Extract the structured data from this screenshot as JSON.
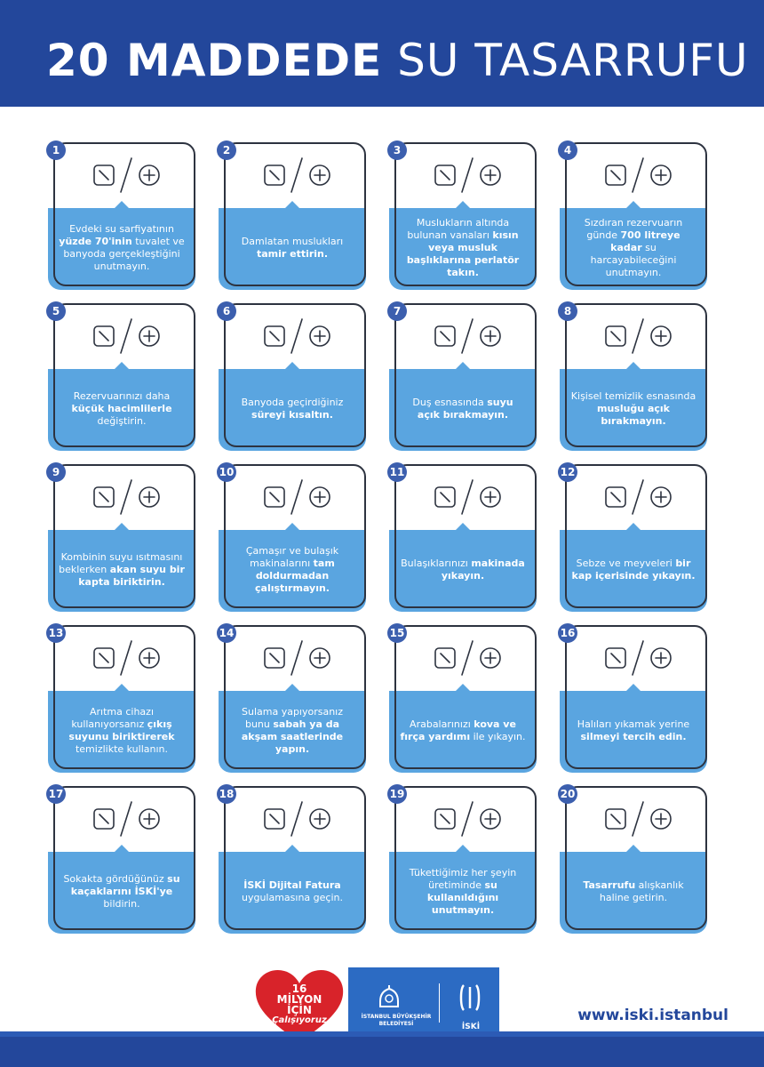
{
  "header": {
    "title_bold": "20 MADDEDE",
    "title_normal": "SU TASARRUFU"
  },
  "colors": {
    "header_blue": "#23479b",
    "card_blue": "#5aa5e0",
    "badge_blue": "#3c5fae",
    "heart_red": "#d8232a"
  },
  "items": [
    {
      "num": "1",
      "icon": "shower-toilet-icon",
      "parts": [
        [
          "Evdeki su sarfiyatının ",
          false
        ],
        [
          "yüzde 70'inin",
          true
        ],
        [
          " tuvalet ve banyoda gerçekleştiğini unutmayın.",
          false
        ]
      ]
    },
    {
      "num": "2",
      "icon": "wrench-faucet-icon",
      "parts": [
        [
          "Damlatan muslukları ",
          false
        ],
        [
          "tamir ettirin.",
          true
        ]
      ]
    },
    {
      "num": "3",
      "icon": "faucet-sink-icon",
      "parts": [
        [
          "Muslukların altında bulunan vanaları ",
          false
        ],
        [
          "kısın veya musluk başlıklarına perlatör takın.",
          true
        ]
      ]
    },
    {
      "num": "4",
      "icon": "tank-toilet-icon",
      "parts": [
        [
          "Sızdıran rezervuarın günde ",
          false
        ],
        [
          "700 litreye kadar",
          true
        ],
        [
          " su harcayabileceğini unutmayın.",
          false
        ]
      ]
    },
    {
      "num": "5",
      "icon": "tank-small-toilet-icon",
      "parts": [
        [
          "Rezervuarınızı daha ",
          false
        ],
        [
          "küçük hacimlilerle",
          true
        ],
        [
          " değiştirin.",
          false
        ]
      ]
    },
    {
      "num": "6",
      "icon": "shower-clock-icon",
      "parts": [
        [
          "Banyoda geçirdiğiniz ",
          false
        ],
        [
          "süreyi kısaltın.",
          true
        ]
      ]
    },
    {
      "num": "7",
      "icon": "soap-shower-icon",
      "parts": [
        [
          "Duş esnasında ",
          false
        ],
        [
          "suyu açık bırakmayın.",
          true
        ]
      ]
    },
    {
      "num": "8",
      "icon": "razor-faucet-icon",
      "parts": [
        [
          "Kişisel temizlik esnasında ",
          false
        ],
        [
          "musluğu açık bırakmayın.",
          true
        ]
      ]
    },
    {
      "num": "9",
      "icon": "boiler-bucket-icon",
      "parts": [
        [
          "Kombinin suyu ısıtmasını beklerken ",
          false
        ],
        [
          "akan suyu bir kapta biriktirin.",
          true
        ]
      ]
    },
    {
      "num": "10",
      "icon": "dishwasher-washer-icon",
      "parts": [
        [
          "Çamaşır ve bulaşık makinalarını ",
          false
        ],
        [
          "tam doldurmadan çalıştırmayın.",
          true
        ]
      ]
    },
    {
      "num": "11",
      "icon": "dishes-dishwasher-icon",
      "parts": [
        [
          "Bulaşıklarınızı ",
          false
        ],
        [
          "makinada yıkayın.",
          true
        ]
      ]
    },
    {
      "num": "12",
      "icon": "faucet-fruit-bowl-icon",
      "parts": [
        [
          "Sebze ve meyveleri ",
          false
        ],
        [
          "bir kap içerisinde yıkayın.",
          true
        ]
      ]
    },
    {
      "num": "13",
      "icon": "water-filter-icon",
      "parts": [
        [
          "Arıtma cihazı kullanıyorsanız ",
          false
        ],
        [
          "çıkış suyunu biriktirerek",
          true
        ],
        [
          " temizlikte kullanın.",
          false
        ]
      ]
    },
    {
      "num": "14",
      "icon": "sprinkler-moon-icon",
      "parts": [
        [
          "Sulama yapıyorsanız bunu ",
          false
        ],
        [
          "sabah ya da akşam saatlerinde yapın.",
          true
        ]
      ]
    },
    {
      "num": "15",
      "icon": "car-bucket-icon",
      "parts": [
        [
          "Arabalarınızı ",
          false
        ],
        [
          "kova ve fırça yardımı",
          true
        ],
        [
          " ile yıkayın.",
          false
        ]
      ]
    },
    {
      "num": "16",
      "icon": "carpet-bucket-icon",
      "parts": [
        [
          "Halıları yıkamak yerine ",
          false
        ],
        [
          "silmeyi tercih edin.",
          true
        ]
      ]
    },
    {
      "num": "17",
      "icon": "map-phone-153-icon",
      "parts": [
        [
          "Sokakta gördüğünüz ",
          false
        ],
        [
          "su kaçaklarını İSKİ'ye",
          true
        ],
        [
          " bildirin.",
          false
        ]
      ]
    },
    {
      "num": "18",
      "icon": "meter-phone-icon",
      "parts": [
        [
          "İSKİ Dijital Fatura",
          true
        ],
        [
          " uygulamasına geçin.",
          false
        ]
      ]
    },
    {
      "num": "19",
      "icon": "tshirt-drop-icon",
      "parts": [
        [
          "Tükettiğimiz her şeyin üretiminde ",
          false
        ],
        [
          "su kullanıldığını unutmayın.",
          true
        ]
      ]
    },
    {
      "num": "20",
      "icon": "recycle-icon",
      "parts": [
        [
          "Tasarrufu",
          true
        ],
        [
          " alışkanlık haline getirin.",
          false
        ]
      ]
    }
  ],
  "footer": {
    "heart_line1": "16",
    "heart_line2": "MİLYON",
    "heart_line3": "İÇİN",
    "heart_line4": "Çalışıyoruz",
    "ibb_text": "İSTANBUL BÜYÜKŞEHİR BELEDİYESİ",
    "iski_text": "İSKİ",
    "url": "www.iski.istanbul"
  }
}
